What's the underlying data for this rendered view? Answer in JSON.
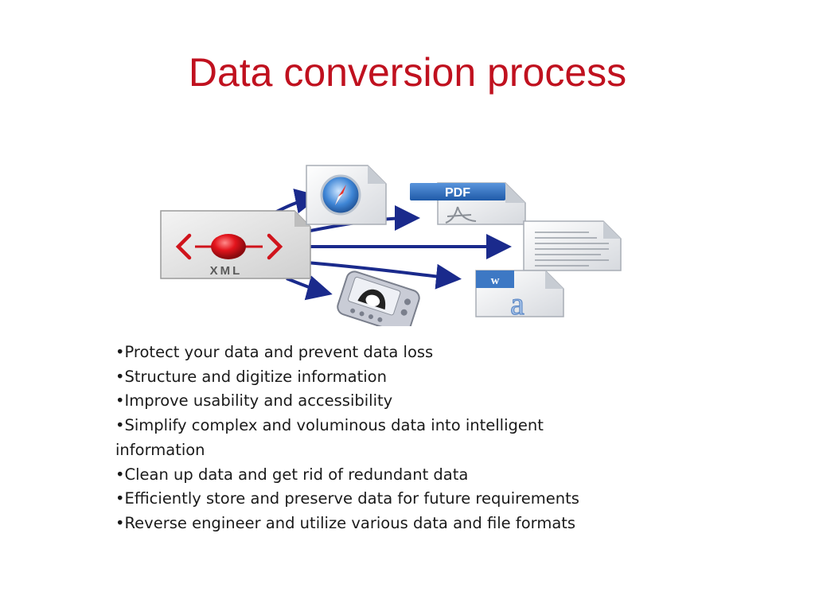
{
  "slide": {
    "title": "Data conversion process"
  },
  "diagram": {
    "source": {
      "icon": "xml-file-icon",
      "label": "XML"
    },
    "targets": [
      {
        "icon": "safari-compass-file-icon"
      },
      {
        "icon": "pdf-file-icon",
        "label": "PDF"
      },
      {
        "icon": "text-document-icon"
      },
      {
        "icon": "word-document-icon"
      },
      {
        "icon": "pda-device-icon"
      }
    ],
    "colors": {
      "arrow": "#1a2a8c",
      "xml_brackets": "#d0141c",
      "pdf_banner": "#2f6fbf"
    }
  },
  "bullets": [
    "•Protect your data and prevent data loss",
    "•Structure and digitize information",
    "•Improve usability and accessibility",
    "•Simplify complex and voluminous data into intelligent information",
    "•Clean up data and get rid of redundant data",
    "•Efficiently store and preserve data for future requirements",
    "•Reverse engineer and utilize various data and file formats"
  ]
}
